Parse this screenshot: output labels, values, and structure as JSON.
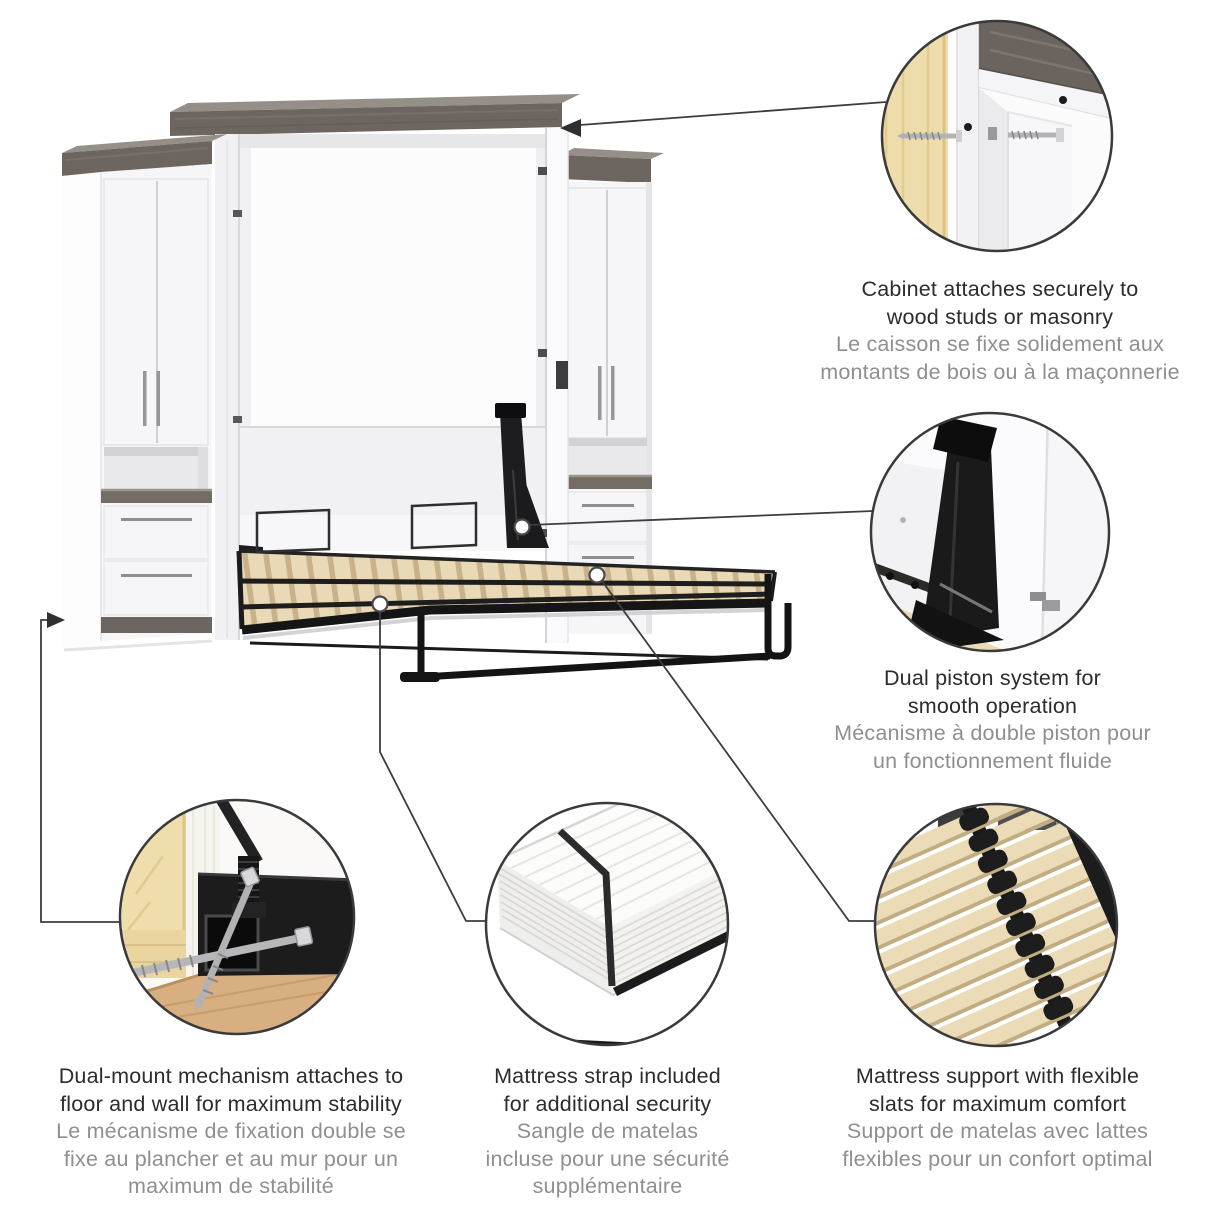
{
  "callouts": [
    {
      "id": "cabinet-attachment",
      "en": [
        "Cabinet attaches securely to",
        "wood studs or masonry"
      ],
      "fr": [
        "Le caisson se fixe solidement aux",
        "montants de bois ou à la maçonnerie"
      ]
    },
    {
      "id": "dual-piston",
      "en": [
        "Dual piston system for",
        "smooth operation"
      ],
      "fr": [
        "Mécanisme à double piston pour",
        "un fonctionnement fluide"
      ]
    },
    {
      "id": "dual-mount",
      "en": [
        "Dual-mount mechanism attaches to",
        "floor and wall for maximum stability"
      ],
      "fr": [
        "Le mécanisme de fixation double se",
        "fixe au plancher et au mur pour un",
        "maximum de stabilité"
      ]
    },
    {
      "id": "mattress-strap",
      "en": [
        "Mattress strap included",
        "for additional security"
      ],
      "fr": [
        "Sangle de matelas",
        "incluse pour une sécurité",
        "supplémentaire"
      ]
    },
    {
      "id": "slat-support",
      "en": [
        "Mattress support with flexible",
        "slats for maximum comfort"
      ],
      "fr": [
        "Support de matelas avec lattes",
        "flexibles pour un confort optimal"
      ]
    }
  ],
  "colors": {
    "caption_en": "#2d2b2c",
    "caption_fr": "#8f8f92",
    "wood_trim": "#6d6660",
    "cabinet_white": "#f6f6f8",
    "slat_wood": "#e9d9b7",
    "metal_black": "#161616",
    "pine_stud": "#eedcab",
    "floor_wood": "#d7af80",
    "leader_line": "#3d3d3d"
  }
}
